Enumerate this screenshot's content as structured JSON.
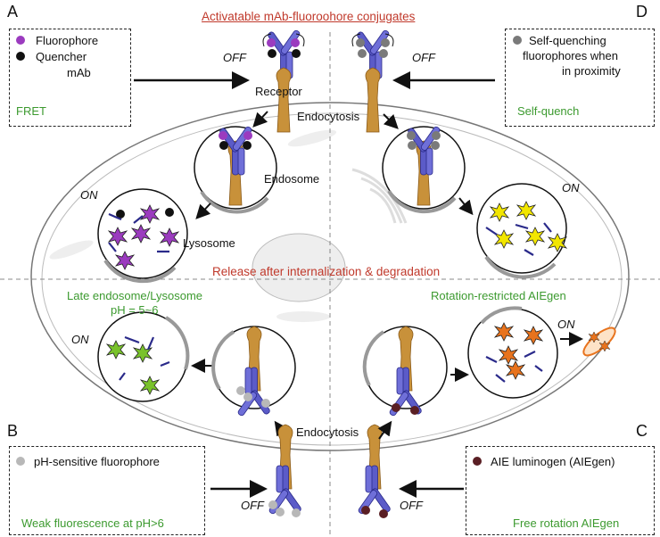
{
  "title": "Activatable mAb-fluoroohore conjugates",
  "center_caption": "Release after internalization & degradation",
  "panels": {
    "A": {
      "letter": "A",
      "legend_fluorophore": "Fluorophore",
      "legend_quencher": "Quencher",
      "legend_mab": "mAb",
      "mechanism": "FRET",
      "off_label": "OFF",
      "receptor_label": "Receptor",
      "endocytosis_label": "Endocytosis",
      "endosome_label": "Endosome",
      "lysosome_label": "Lysosome",
      "on_label": "ON"
    },
    "B": {
      "letter": "B",
      "legend": "pH-sensitive fluorophore",
      "mechanism": "Weak fluorescence at pH>6",
      "off_label": "OFF",
      "compartment": "Late endosome/Lysosome",
      "ph": "pH = 5~6",
      "on_label": "ON"
    },
    "C": {
      "letter": "C",
      "legend": "AIE luminogen (AIEgen)",
      "mechanism": "Free rotation AIEgen",
      "off_label": "OFF",
      "endocytosis_label": "Endocytosis",
      "restricted": "Rotation-restricted AIEgen",
      "on_label": "ON"
    },
    "D": {
      "letter": "D",
      "legend": "Self-quenching fluorophores when in proximity",
      "legend_line1": "Self-quenching",
      "legend_line2": "fluorophores when",
      "legend_line3": "in proximity",
      "mechanism": "Self-quench",
      "off_label": "OFF",
      "on_label": "ON"
    }
  },
  "colors": {
    "antibody": "#5b5bc8",
    "fluorophore": "#9b3bbf",
    "quencher": "#111111",
    "self_quench": "#7a7a7a",
    "ph_sensitive": "#b8b8b8",
    "aiegen": "#5a1f24",
    "receptor": "#c8913a",
    "title_red": "#c0392b",
    "label_green": "#3c9a2f",
    "star_yellow": "#f2e600",
    "star_green": "#79c22b",
    "star_orange": "#e8731d"
  },
  "icons": {
    "antibody": "y-shaped-antibody-icon",
    "receptor": "receptor-icon",
    "vesicle": "vesicle-circle-icon",
    "emission": "starburst-icon",
    "arrow": "arrow-icon"
  }
}
